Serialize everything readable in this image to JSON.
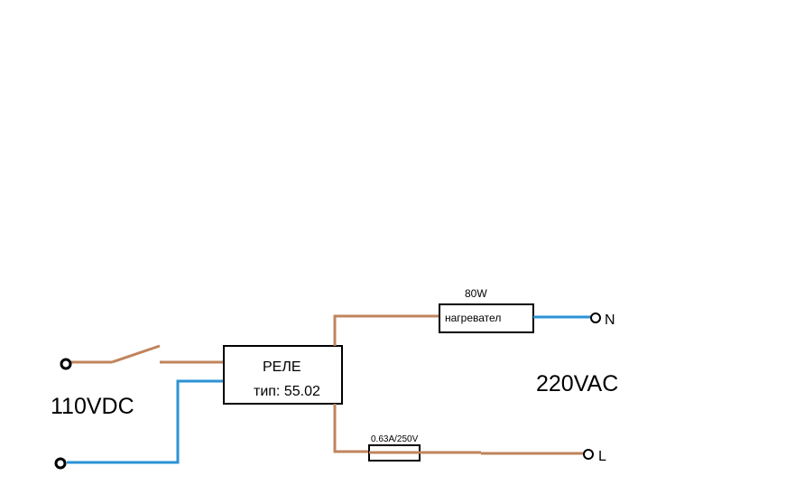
{
  "colors": {
    "wire_brown": "#c0845c",
    "wire_blue": "#2a93d5",
    "outline": "#000000",
    "background": "#ffffff"
  },
  "labels": {
    "dc_supply": "110VDC",
    "relay_title": "РЕЛЕ",
    "relay_type": "тип: 55.02",
    "heater_power": "80W",
    "heater_name": "нагревател",
    "fuse_rating": "0.63A/250V",
    "ac_supply": "220VAC",
    "neutral": "N",
    "line": "L"
  }
}
